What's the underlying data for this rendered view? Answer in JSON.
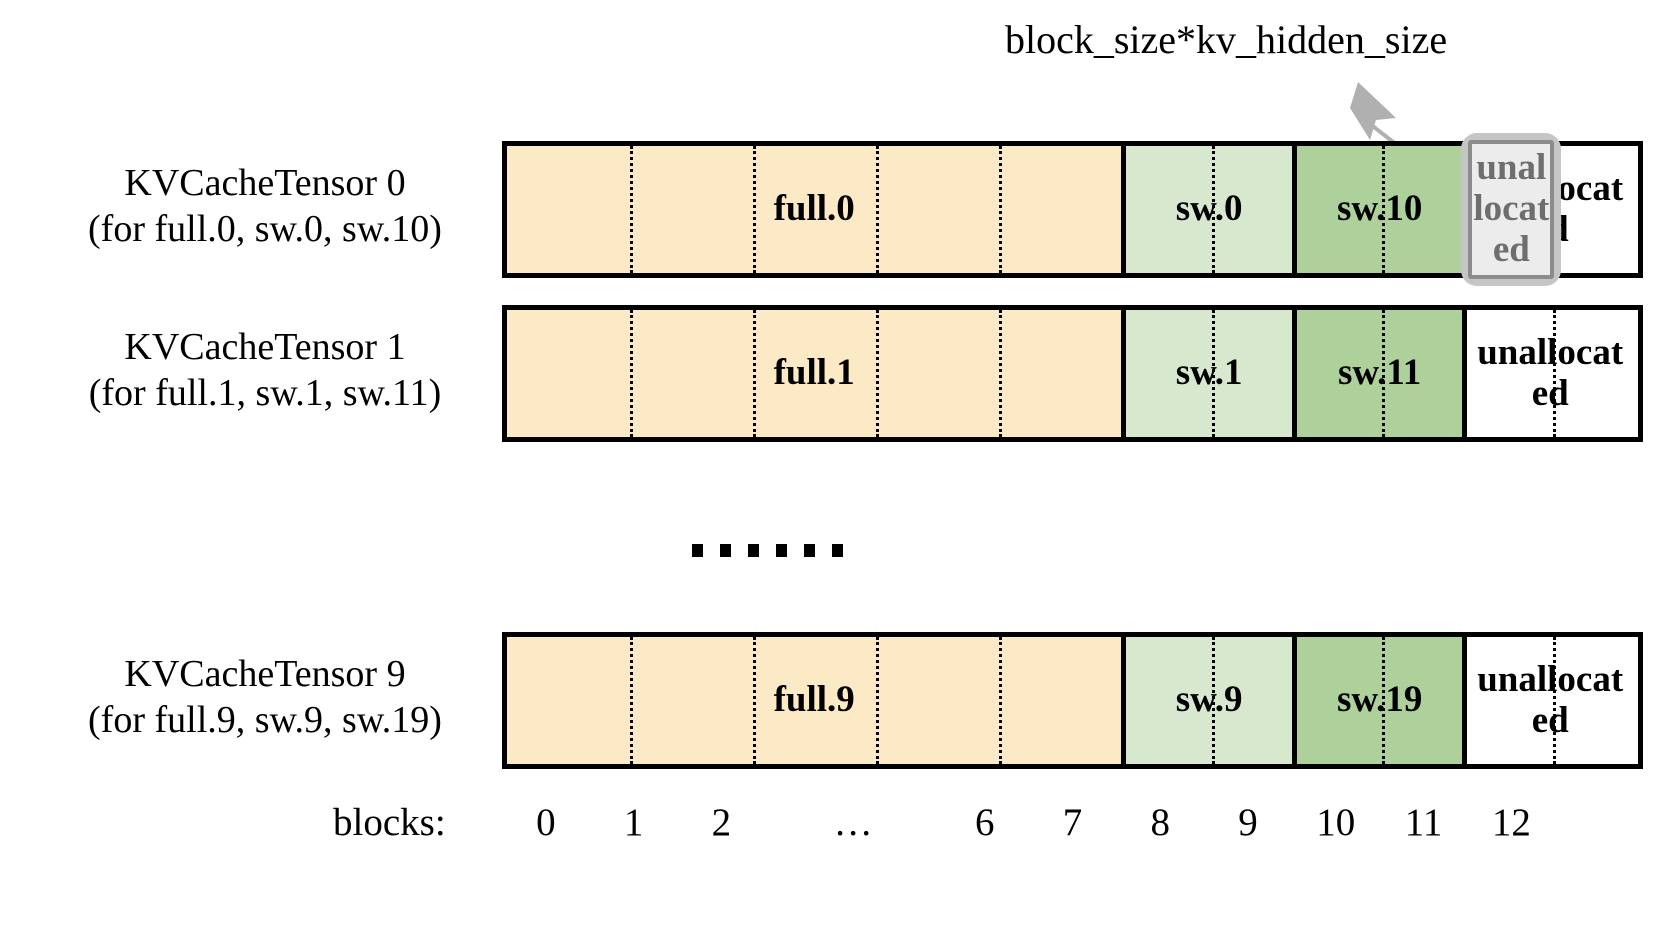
{
  "annotation": {
    "label": "block_size*kv_hidden_size",
    "arrow_name": "callout-arrow"
  },
  "colors": {
    "full": "#fce9c5",
    "sw_light": "#d7e8cf",
    "sw_dark": "#aed09a",
    "unallocated": "#ffffff",
    "border": "#000000",
    "highlight_fill": "#ececec",
    "highlight_border": "#c4c4c4",
    "highlight_text": "#6e6e6e"
  },
  "rows": [
    {
      "title": "KVCacheTensor 0",
      "subtitle": "(for full.0, sw.0, sw.10)",
      "segments": [
        {
          "label": "full.0",
          "kind": "full",
          "blocks": 7
        },
        {
          "label": "sw.0",
          "kind": "sw_light",
          "blocks": 2
        },
        {
          "label": "sw.10",
          "kind": "sw_dark",
          "blocks": 2
        },
        {
          "label": "unallocated",
          "kind": "unallocated",
          "blocks": 2
        }
      ],
      "highlight": {
        "block": 11,
        "label": "unallocated"
      }
    },
    {
      "title": "KVCacheTensor 1",
      "subtitle": "(for full.1, sw.1, sw.11)",
      "segments": [
        {
          "label": "full.1",
          "kind": "full",
          "blocks": 7
        },
        {
          "label": "sw.1",
          "kind": "sw_light",
          "blocks": 2
        },
        {
          "label": "sw.11",
          "kind": "sw_dark",
          "blocks": 2
        },
        {
          "label": "unallocated",
          "kind": "unallocated",
          "blocks": 2
        }
      ],
      "highlight": null
    },
    {
      "title": "KVCacheTensor 9",
      "subtitle": "(for full.9, sw.9, sw.19)",
      "segments": [
        {
          "label": "full.9",
          "kind": "full",
          "blocks": 7
        },
        {
          "label": "sw.9",
          "kind": "sw_light",
          "blocks": 2
        },
        {
          "label": "sw.19",
          "kind": "sw_dark",
          "blocks": 2
        },
        {
          "label": "unallocated",
          "kind": "unallocated",
          "blocks": 2
        }
      ],
      "highlight": null
    }
  ],
  "ellipsis": {
    "dot_count": 6
  },
  "axis": {
    "title": "blocks:",
    "ticks": [
      "0",
      "1",
      "2",
      "…",
      "6",
      "7",
      "8",
      "9",
      "10",
      "11",
      "12"
    ]
  }
}
